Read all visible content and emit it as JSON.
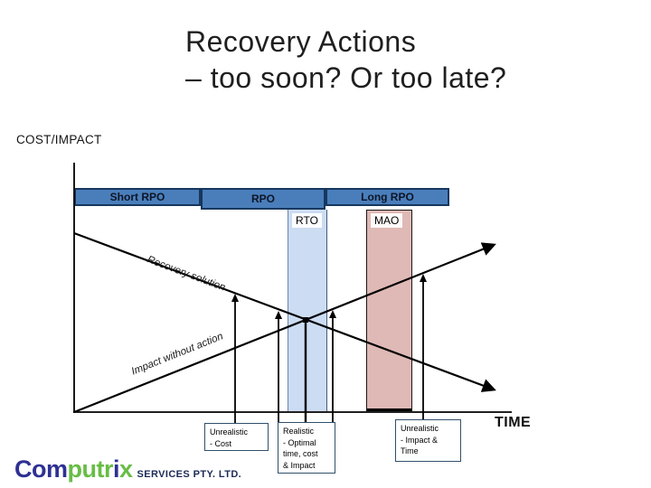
{
  "slide": {
    "title_line1": "Recovery Actions",
    "title_line2": "– too soon? Or too late?"
  },
  "chart": {
    "y_axis_label": "COST/IMPACT",
    "x_axis_label": "TIME",
    "bar_segments": [
      {
        "label": "Short RPO"
      },
      {
        "label": "RPO"
      },
      {
        "label": "Long RPO"
      }
    ],
    "bands": [
      {
        "label": "RTO",
        "color": "#ccdcf2"
      },
      {
        "label": "MAO",
        "color": "#dfb9b5"
      }
    ],
    "lines": [
      {
        "label": "Recovery solution"
      },
      {
        "label": "Impact without action"
      }
    ],
    "callouts": [
      {
        "lines": [
          "Unrealistic",
          "- Cost"
        ]
      },
      {
        "lines": [
          "Realistic",
          "- Optimal",
          "time, cost",
          "& Impact"
        ]
      },
      {
        "lines": [
          "Unrealistic",
          "- Impact &",
          "Time"
        ]
      }
    ]
  },
  "footer": {
    "logo": {
      "part1": "Com",
      "part2": "putr",
      "part3": "i",
      "part4": "x",
      "suffix": "SERVICES PTY. LTD."
    }
  },
  "colors": {
    "bar_fill": "#4a7ebb",
    "bar_border": "#17375e",
    "rto_fill": "#ccdcf2",
    "mao_fill": "#dfb9b5",
    "callout_border": "#31506b",
    "logo_navy": "#2e3192",
    "logo_green": "#68bd45"
  }
}
